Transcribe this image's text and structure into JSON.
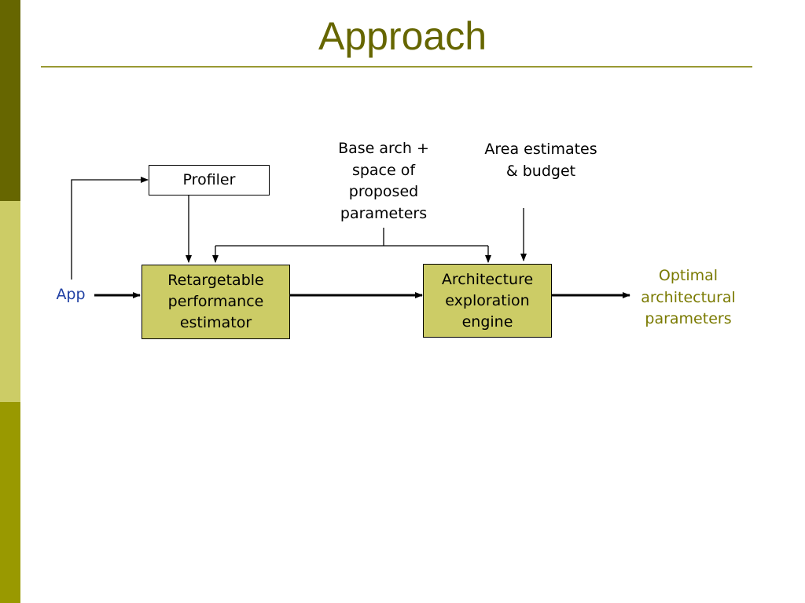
{
  "slide": {
    "title": "Approach",
    "colors": {
      "title": "#666600",
      "rule": "#999933",
      "sidebar": [
        "#666600",
        "#cccc66",
        "#999900"
      ],
      "box_fill": "#cccc66",
      "app_label": "#1f3fa3",
      "output_label": "#7a7a00"
    }
  },
  "diagram": {
    "nodes": {
      "profiler": "Profiler",
      "estimator": "Retargetable performance estimator",
      "engine": "Architecture exploration engine"
    },
    "labels": {
      "app": "App",
      "base_arch": "Base arch + space of proposed parameters",
      "area": "Area estimates & budget",
      "output": "Optimal architectural parameters"
    }
  }
}
